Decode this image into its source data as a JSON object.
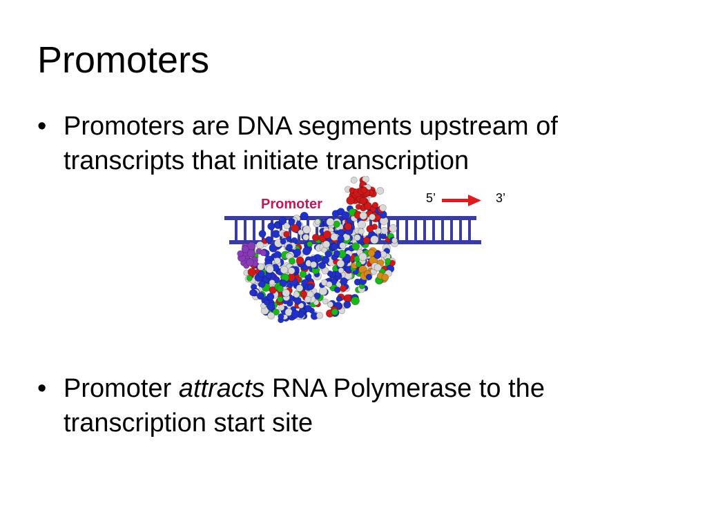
{
  "slide": {
    "title": "Promoters",
    "bullets": [
      {
        "marker": "•",
        "pre": "Promoters are DNA segments upstream of transcripts that initiate transcription",
        "em": "",
        "post": ""
      },
      {
        "marker": "•",
        "pre": "Promoter ",
        "em": "attracts",
        "post": " RNA Polymerase to the transcription start site"
      }
    ]
  },
  "figure": {
    "promoter_label": "Promoter",
    "five_prime": "5’",
    "three_prime": "3’",
    "colors": {
      "dna": "#3a3ca6",
      "promoter_text": "#c0185a",
      "arrow": "#e11b1b",
      "atom_blue": "#2030c8",
      "atom_red": "#d01818",
      "atom_white": "#d8d8d8",
      "atom_green": "#18b818",
      "atom_purple": "#8a3ab8",
      "atom_orange": "#d88a18"
    }
  }
}
